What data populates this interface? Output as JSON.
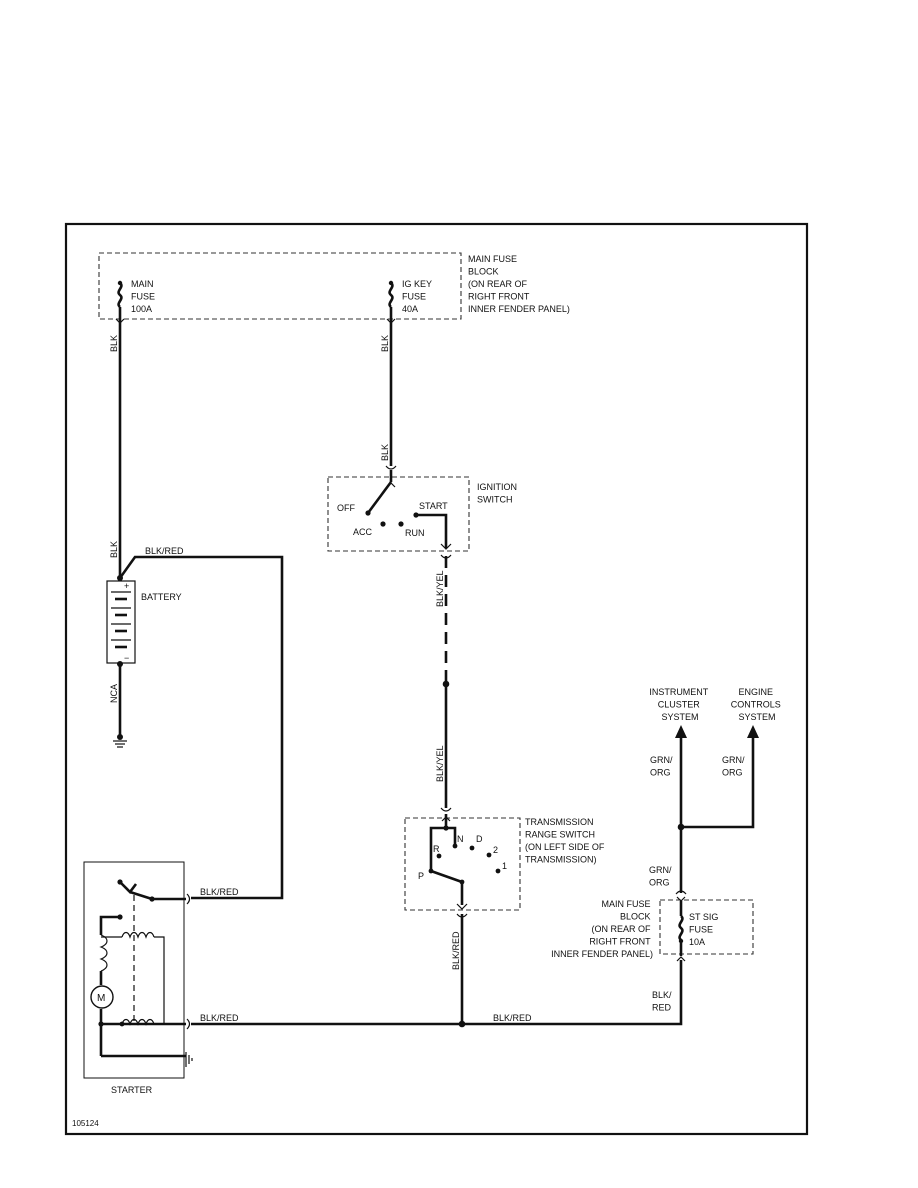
{
  "figure_id": "105124",
  "main_fuse_block": {
    "title": [
      "MAIN FUSE",
      "BLOCK",
      "(ON REAR OF",
      "RIGHT FRONT",
      "INNER FENDER PANEL)"
    ],
    "main_fuse": [
      "MAIN",
      "FUSE",
      "100A"
    ],
    "ig_key_fuse": [
      "IG KEY",
      "FUSE",
      "40A"
    ]
  },
  "wires": {
    "blk": "BLK",
    "blk_red": "BLK/RED",
    "blk_yel": "BLK/YEL",
    "nca": "NCA",
    "grn_org": [
      "GRN/",
      "ORG"
    ],
    "blk_red_split": [
      "BLK/",
      "RED"
    ]
  },
  "ignition_switch": {
    "title": [
      "IGNITION",
      "SWITCH"
    ],
    "positions": {
      "off": "OFF",
      "acc": "ACC",
      "run": "RUN",
      "start": "START"
    }
  },
  "battery": {
    "label": "BATTERY",
    "plus": "+",
    "minus": "−"
  },
  "transmission_range_switch": {
    "title": [
      "TRANSMISSION",
      "RANGE SWITCH",
      "(ON LEFT SIDE OF",
      "TRANSMISSION)"
    ],
    "positions": {
      "p": "P",
      "r": "R",
      "n": "N",
      "d": "D",
      "two": "2",
      "one": "1"
    }
  },
  "starter": {
    "label": "STARTER",
    "motor": "M"
  },
  "st_sig_fuse": {
    "block_title": [
      "MAIN FUSE",
      "BLOCK",
      "(ON REAR OF",
      "RIGHT FRONT",
      "INNER FENDER PANEL)"
    ],
    "fuse": [
      "ST SIG",
      "FUSE",
      "10A"
    ]
  },
  "destinations": {
    "instrument_cluster": [
      "INSTRUMENT",
      "CLUSTER",
      "SYSTEM"
    ],
    "engine_controls": [
      "ENGINE",
      "CONTROLS",
      "SYSTEM"
    ]
  }
}
